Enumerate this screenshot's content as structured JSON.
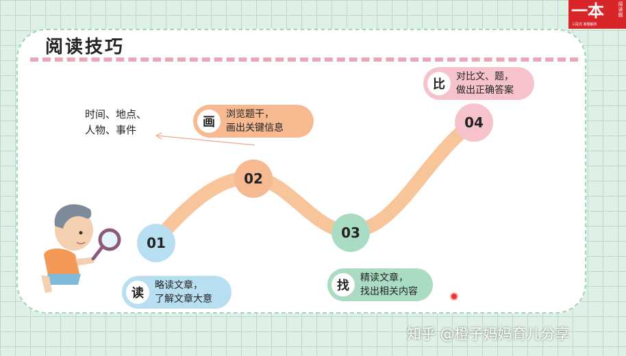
{
  "title": "阅读技巧",
  "logo": {
    "main": "一本",
    "side": "阅读题",
    "tagline": "三段式 答题解析"
  },
  "note": {
    "line1": "时间、地点、",
    "line2": "人物、事件"
  },
  "steps": [
    {
      "number": "01",
      "badge": "读",
      "line1": "略读文章，",
      "line2": "了解文章大意",
      "node_color": "#b7def1",
      "pill_color": "#b7def1"
    },
    {
      "number": "02",
      "badge": "画",
      "line1": "浏览题干，",
      "line2": "画出关键信息",
      "node_color": "#f7b98f",
      "pill_color": "#f7b98f"
    },
    {
      "number": "03",
      "badge": "找",
      "line1": "精读文章，",
      "line2": "找出相关内容",
      "node_color": "#a9dcc3",
      "pill_color": "#a9dcc3"
    },
    {
      "number": "04",
      "badge": "比",
      "line1": "对比文、题，",
      "line2": "做出正确答案",
      "node_color": "#f6c3cc",
      "pill_color": "#f6c3cc"
    }
  ],
  "watermark": "知乎 @橙子妈妈育儿分享",
  "colors": {
    "curve": "#f8c49a",
    "divider": "#e7a7b5",
    "logo_red": "#d8252a"
  }
}
